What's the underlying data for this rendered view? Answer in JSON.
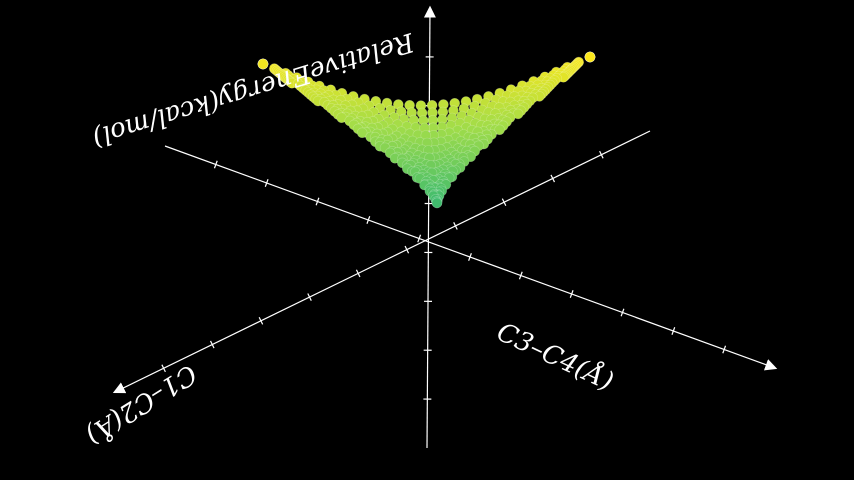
{
  "chart_data": {
    "type": "scatter",
    "subtype": "3d-surface",
    "title": "",
    "xlabel": "C3–C4(Å)",
    "ylabel": "C1–C2(Å)",
    "zlabel": "RelativeEnergy(kcal/mol)",
    "background": "#000000",
    "axis_color": "#ffffff",
    "surface_colors": {
      "low": "#3dbb6e",
      "mid": "#9fdc4a",
      "high": "#ffe81a"
    },
    "surface": {
      "shape": "V-shaped trough, minimum near origin region, rising toward both ends",
      "grid": [
        30,
        14
      ]
    },
    "grid": false,
    "legend": "none"
  }
}
